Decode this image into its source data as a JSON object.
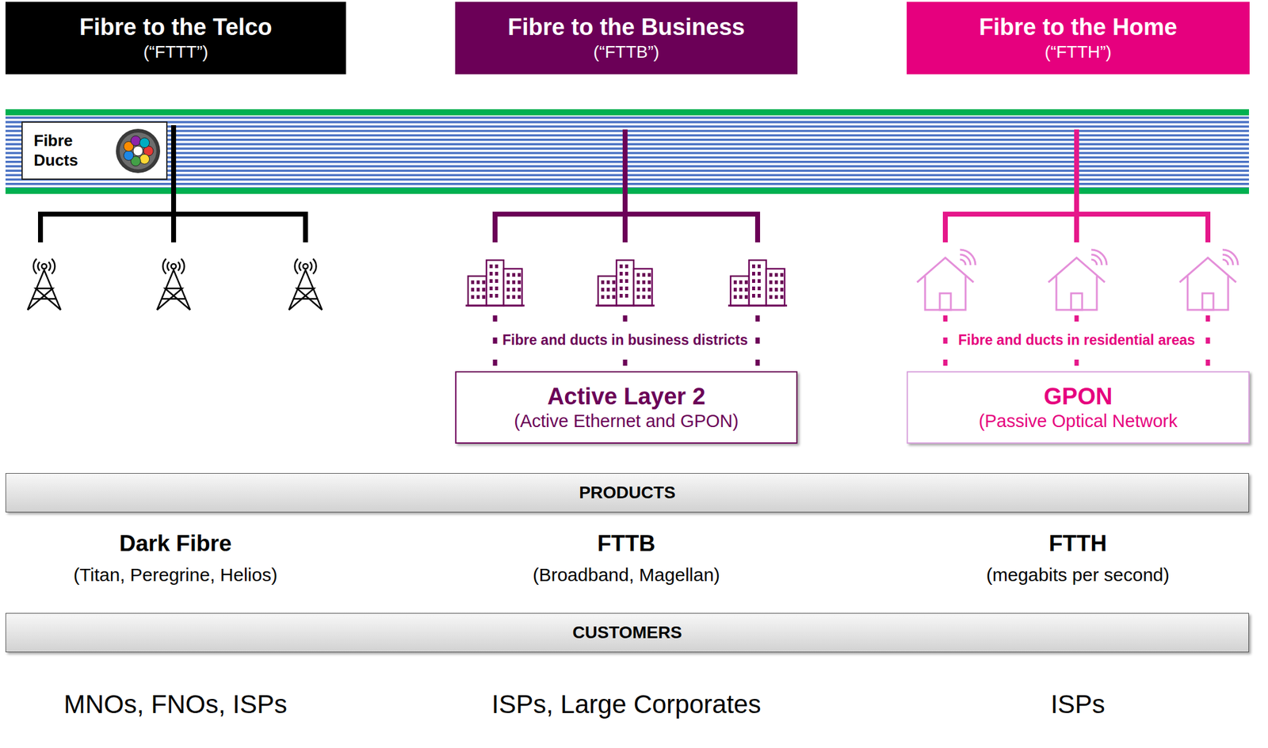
{
  "diagram": {
    "nodes": [
      {
        "text": [
          "Fibre to the Telco",
          "(“FTTT”)"
        ]
      },
      {
        "text": [
          "Fibre to the Business",
          "(“FTTB”)"
        ]
      },
      {
        "text": [
          "Fibre to the Home",
          "(“FTTH”)"
        ]
      },
      {
        "text": [
          "Fibre Ducts"
        ]
      },
      {
        "text": [
          "Active Layer 2",
          "(Active Ethernet and GPON)"
        ]
      },
      {
        "text": [
          "GPON",
          "(Passive Optical Network"
        ]
      },
      {
        "text": [
          "PRODUCTS"
        ]
      },
      {
        "text": [
          "CUSTOMERS"
        ]
      }
    ],
    "labels": [
      "Fibre and ducts in business districts",
      "Fibre and ducts in residential areas",
      "Dark Fibre",
      "FTTB",
      "FTTH",
      "(Titan, Peregrine, Helios)",
      "(Broadband, Magellan)",
      "(megabits per second)",
      "MNOs, FNOs, ISPs",
      "ISPs, Large Corporates",
      "ISPs"
    ]
  }
}
